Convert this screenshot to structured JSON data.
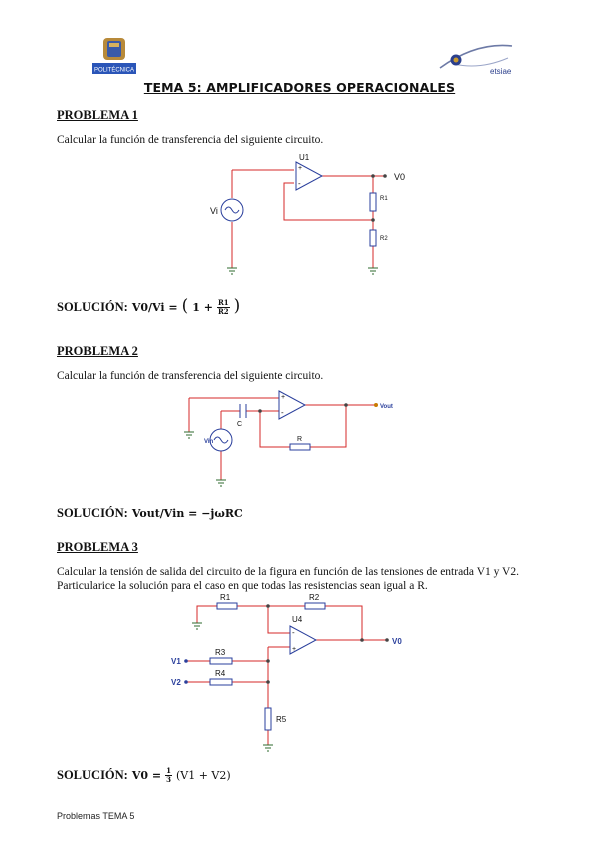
{
  "header": {
    "left_logo_text": "POLITÉCNICA",
    "right_logo_text": "etsiae",
    "title": "TEMA 5: AMPLIFICADORES OPERACIONALES"
  },
  "problems": [
    {
      "heading": "PROBLEMA 1",
      "text": "Calcular la función de transferencia del siguiente circuito.",
      "circuit_labels": {
        "opamp": "U1",
        "out": "V0",
        "src": "Vi",
        "r1": "R1",
        "r2": "R2",
        "plus": "+",
        "minus": "-"
      },
      "solution_label": "SOLUCIÓN:",
      "solution_lhs": "V0/Vi =",
      "solution_one_plus": "1 +",
      "solution_num": "R1",
      "solution_den": "R2"
    },
    {
      "heading": "PROBLEMA 2",
      "text": "Calcular la función de transferencia del siguiente circuito.",
      "circuit_labels": {
        "out": "Vout",
        "src": "Vin",
        "c": "C",
        "r": "R",
        "plus": "+",
        "minus": "-"
      },
      "solution_label": "SOLUCIÓN:",
      "solution_expr": "Vout/Vin = −jωRC"
    },
    {
      "heading": "PROBLEMA 3",
      "text_line1": "Calcular la tensión de salida del circuito de la figura en función de las tensiones de entrada V1 y V2.",
      "text_line2": "Particularice la solución para el caso en que todas las resistencias sean igual a R.",
      "circuit_labels": {
        "opamp": "U4",
        "out": "V0",
        "v1": "V1",
        "v2": "V2",
        "r1": "R1",
        "r2": "R2",
        "r3": "R3",
        "r4": "R4",
        "r5": "R5",
        "plus": "+",
        "minus": "-"
      },
      "solution_label": "SOLUCIÓN:",
      "solution_lhs": "V0 =",
      "solution_num": "1",
      "solution_den": "3",
      "solution_rhs": "(V1 + V2)"
    }
  ],
  "footer": {
    "text": "Problemas TEMA 5"
  },
  "colors": {
    "wire": "#d62828",
    "component": "#2a3f9c",
    "text": "#111111",
    "gold": "#c99a2e"
  }
}
